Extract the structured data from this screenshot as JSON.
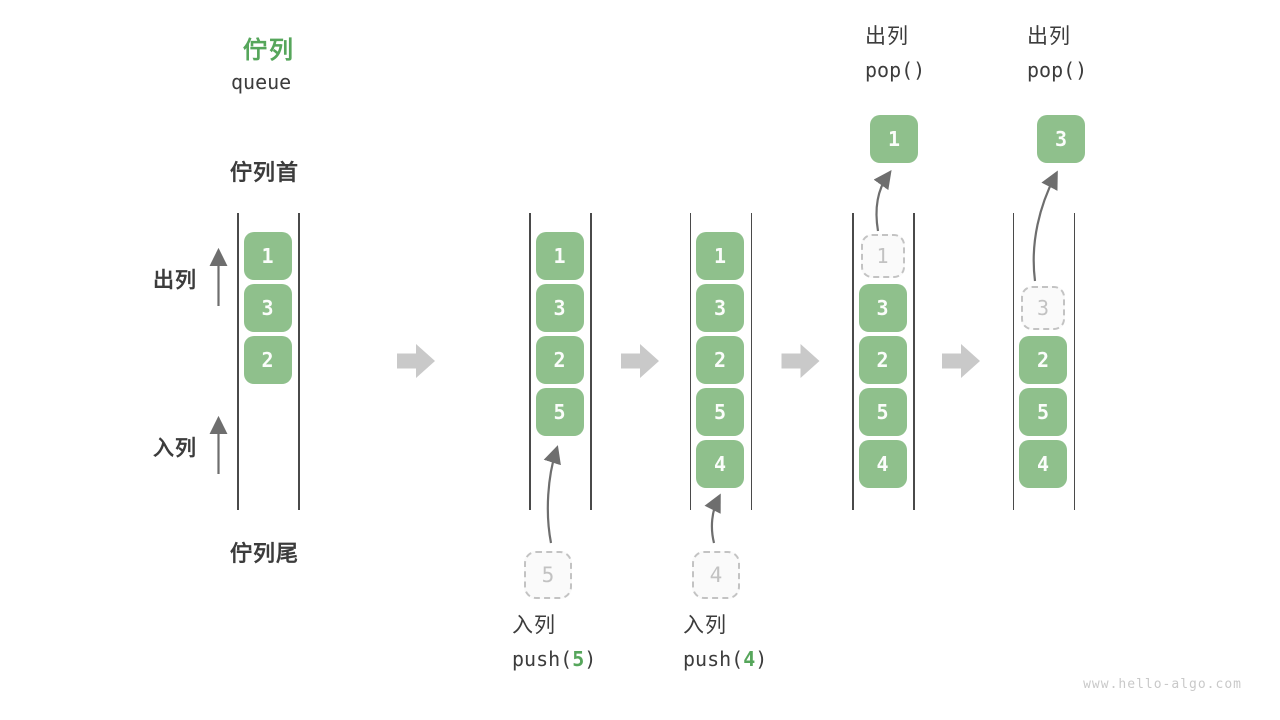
{
  "title": {
    "zh": "佇列",
    "en": "queue"
  },
  "legend": {
    "front": "佇列首",
    "rear": "佇列尾",
    "dequeue": "出列",
    "enqueue": "入列"
  },
  "watermark": "www.hello-algo.com",
  "colors": {
    "box_green": "#8FC08C",
    "title_green": "#56A65B",
    "text_dark": "#3C3C3C",
    "dashed_border": "#C3C3C3",
    "dashed_text": "#C2C2C2",
    "block_arrow": "#C9C9C9",
    "thin_arrow": "#6E6E6E"
  },
  "states": [
    {
      "name": "state-initial",
      "items": [
        {
          "value": "1",
          "slot": 0,
          "style": "green"
        },
        {
          "value": "3",
          "slot": 1,
          "style": "green"
        },
        {
          "value": "2",
          "slot": 2,
          "style": "green"
        }
      ]
    },
    {
      "name": "state-after-push-5",
      "items": [
        {
          "value": "1",
          "slot": 0,
          "style": "green"
        },
        {
          "value": "3",
          "slot": 1,
          "style": "green"
        },
        {
          "value": "2",
          "slot": 2,
          "style": "green"
        },
        {
          "value": "5",
          "slot": 3,
          "style": "green"
        }
      ],
      "staged": "5",
      "op": {
        "label": "入列",
        "code_pre": "push(",
        "code_arg": "5",
        "code_post": ")"
      }
    },
    {
      "name": "state-after-push-4",
      "items": [
        {
          "value": "1",
          "slot": 0,
          "style": "green"
        },
        {
          "value": "3",
          "slot": 1,
          "style": "green"
        },
        {
          "value": "2",
          "slot": 2,
          "style": "green"
        },
        {
          "value": "5",
          "slot": 3,
          "style": "green"
        },
        {
          "value": "4",
          "slot": 4,
          "style": "green"
        }
      ],
      "staged": "4",
      "op": {
        "label": "入列",
        "code_pre": "push(",
        "code_arg": "4",
        "code_post": ")"
      }
    },
    {
      "name": "state-after-pop-1",
      "items": [
        {
          "value": "1",
          "slot": 0,
          "style": "dashed"
        },
        {
          "value": "3",
          "slot": 1,
          "style": "green"
        },
        {
          "value": "2",
          "slot": 2,
          "style": "green"
        },
        {
          "value": "5",
          "slot": 3,
          "style": "green"
        },
        {
          "value": "4",
          "slot": 4,
          "style": "green"
        }
      ],
      "popped": "1",
      "op": {
        "label": "出列",
        "code": "pop()"
      }
    },
    {
      "name": "state-after-pop-3",
      "items": [
        {
          "value": "3",
          "slot": 1,
          "style": "dashed"
        },
        {
          "value": "2",
          "slot": 2,
          "style": "green"
        },
        {
          "value": "5",
          "slot": 3,
          "style": "green"
        },
        {
          "value": "4",
          "slot": 4,
          "style": "green"
        }
      ],
      "popped": "3",
      "op": {
        "label": "出列",
        "code": "pop()"
      }
    }
  ]
}
